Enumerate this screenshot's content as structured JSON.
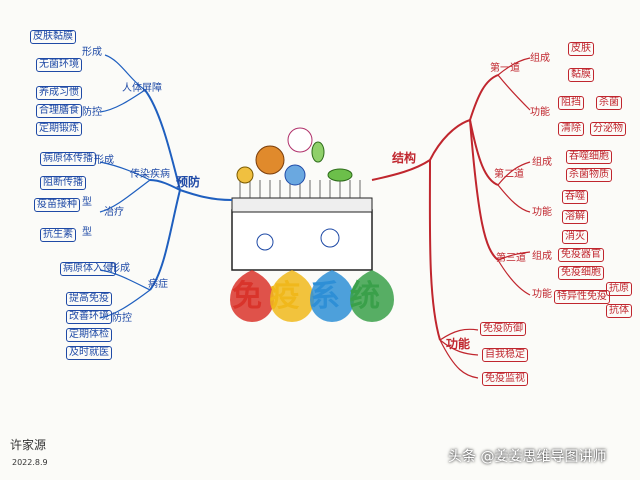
{
  "center": {
    "title_chars": [
      "免",
      "疫",
      "系",
      "统"
    ],
    "colors": [
      "#d9342b",
      "#f0b81c",
      "#2e8fd6",
      "#3aa04a"
    ]
  },
  "left": {
    "main": "预防",
    "branches": [
      {
        "label": "人体屏障",
        "mid": "形成",
        "mid2": "防控",
        "leaves": [
          "皮肤黏膜",
          "无菌环境",
          "养成习惯",
          "合理膳食",
          "定期锻炼"
        ]
      },
      {
        "label": "传染疾病",
        "mid": "形成",
        "mid2": "治疗",
        "leaves": [
          "病原体传播",
          "阻断传播",
          "疫苗接种",
          "抗生素"
        ],
        "type_labels": [
          "型",
          "型"
        ]
      },
      {
        "label": "病症",
        "mid": "形成",
        "mid2": "防控",
        "leaves": [
          "病原体入侵",
          "提高免疫",
          "改善环境",
          "定期体检",
          "及时就医"
        ]
      }
    ]
  },
  "right": {
    "main": "结构",
    "func_main": "功能",
    "branches": [
      {
        "label": "第一道",
        "group1": "组成",
        "g1_leaves": [
          "皮肤",
          "黏膜"
        ],
        "group2": "功能",
        "g2_leaves": [
          "阻挡",
          "清除",
          "杀菌",
          "分泌物"
        ]
      },
      {
        "label": "第二道",
        "group1": "组成",
        "g1_leaves": [
          "吞噬细胞",
          "杀菌物质"
        ],
        "group2": "功能",
        "g2_leaves": [
          "吞噬",
          "溶解",
          "消灭"
        ]
      },
      {
        "label": "第三道",
        "group1": "组成",
        "g1_leaves": [
          "免疫器官",
          "免疫细胞"
        ],
        "group2": "功能",
        "g2_leaves": [
          "特异性免疫",
          "抗原",
          "抗体"
        ]
      }
    ],
    "functions": [
      "免疫防御",
      "自我稳定",
      "免疫监视"
    ]
  },
  "signature": {
    "name": "许家源",
    "date": "2022.8.9"
  },
  "watermark": "头条 @姜姜思维导图讲师"
}
